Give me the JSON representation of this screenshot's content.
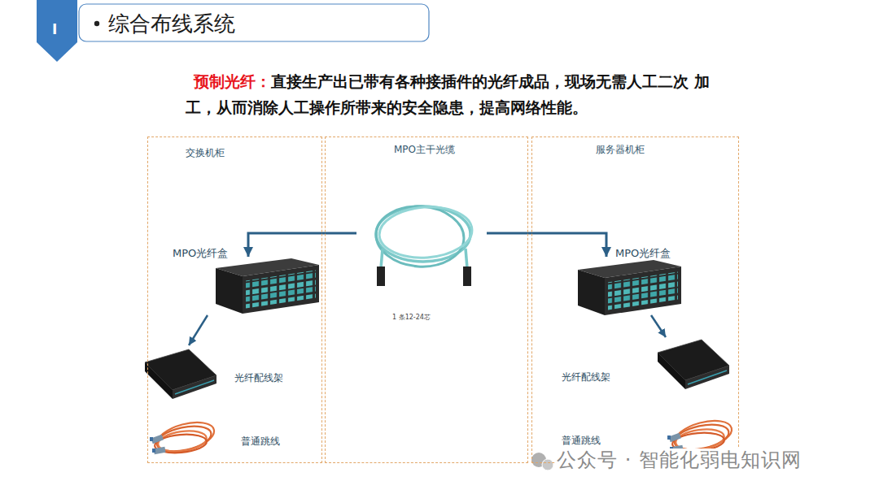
{
  "diagram": {
    "title": "综合布线系统",
    "nodes": [
      {
        "text": [
          "交换机柜"
        ]
      },
      {
        "text": [
          "MPO光纤盒"
        ],
        "in": 0
      },
      {
        "text": [
          "光纤配线架"
        ],
        "in": 0
      },
      {
        "text": [
          "普通跳线"
        ],
        "in": 0
      },
      {
        "text": [
          "MPO主干光缆"
        ]
      },
      {
        "text": [
          "1 条12-24芯"
        ],
        "in": 4
      },
      {
        "text": [
          "服务器机柜"
        ]
      },
      {
        "text": [
          "MPO光纤盒"
        ],
        "in": 6
      },
      {
        "text": [
          "光纤配线架"
        ],
        "in": 6
      },
      {
        "text": [
          "普通跳线"
        ],
        "in": 6
      }
    ],
    "edges": [
      {
        "from": 5,
        "to": 1,
        "arrow": "to"
      },
      {
        "from": 5,
        "to": 7,
        "arrow": "to"
      },
      {
        "from": 1,
        "to": 2,
        "arrow": "to"
      },
      {
        "from": 7,
        "to": 8,
        "arrow": "to"
      }
    ],
    "labels": [
      "I",
      "预制光纤：",
      "直接生产出已带有各种接插件的光纤成品，现场无需人工二次 加工，从而消除人工操作所带来的安全隐患，提高网络性能。",
      "公众号 · 智能化弱电知识网"
    ]
  }
}
